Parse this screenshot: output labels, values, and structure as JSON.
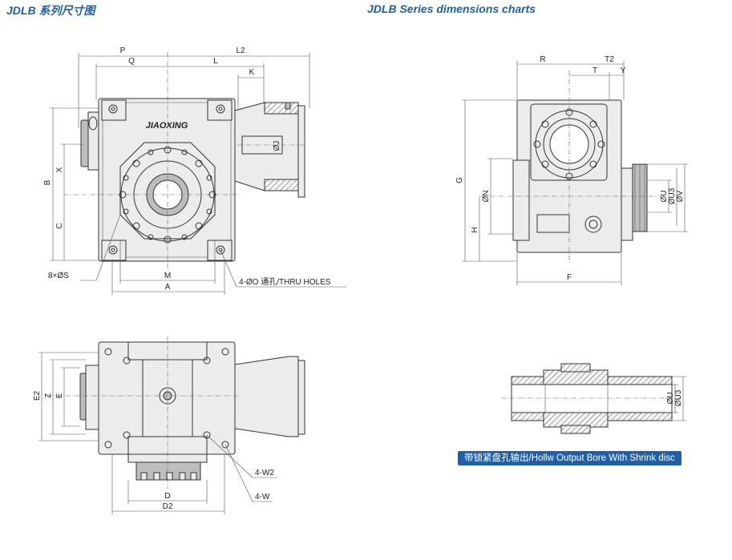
{
  "header": {
    "title_cn": "JDLB 系列尺寸图",
    "title_en": "JDLB  Series dimensions charts"
  },
  "brand": "JIAOXING",
  "banner": "带锁紧盘孔输出/Hollw Output Bore With Shrink disc",
  "colors": {
    "title": "#1f5fa8",
    "banner_bg": "#1f5fa8",
    "line": "#333333"
  },
  "labels": {
    "P": "P",
    "L2": "L2",
    "Q": "Q",
    "L": "L",
    "K": "K",
    "J": "ØJ",
    "B": "B",
    "X": "X",
    "C": "C",
    "S": "8×ØS",
    "M": "M",
    "A": "A",
    "thru": "4-ØO 通孔/THRU HOLES",
    "R": "R",
    "T2": "T2",
    "T": "T",
    "Y": "Y",
    "G": "G",
    "N": "ØN",
    "H": "H",
    "U": "ØU",
    "U3": "ØU3",
    "V": "ØV",
    "F": "F",
    "E2": "E2",
    "Z": "Z",
    "E": "E",
    "W2": "4-W2",
    "W": "4-W",
    "D": "D",
    "D2": "D2",
    "U_b": "ØU",
    "U3_b": "ØU3"
  }
}
